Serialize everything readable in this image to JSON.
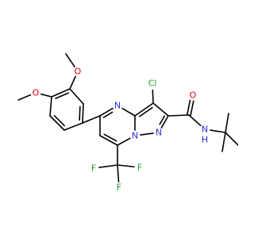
{
  "colors": {
    "bond": "#000000",
    "background": "#ffffff",
    "O": "#e8000b",
    "N": "#2631d6",
    "Cl": "#1fa11f",
    "F": "#1fa11f"
  },
  "atom_labels": {
    "o_methoxy_top": "O",
    "o_methoxy_left": "O",
    "n_pyrimidine": "N",
    "n_bridge": "N",
    "n_pyrazole": "N",
    "cl": "Cl",
    "o_carbonyl": "O",
    "nh_amide": "N",
    "h_amide": "H",
    "f_left": "F",
    "f_mid": "F",
    "f_right": "F"
  }
}
